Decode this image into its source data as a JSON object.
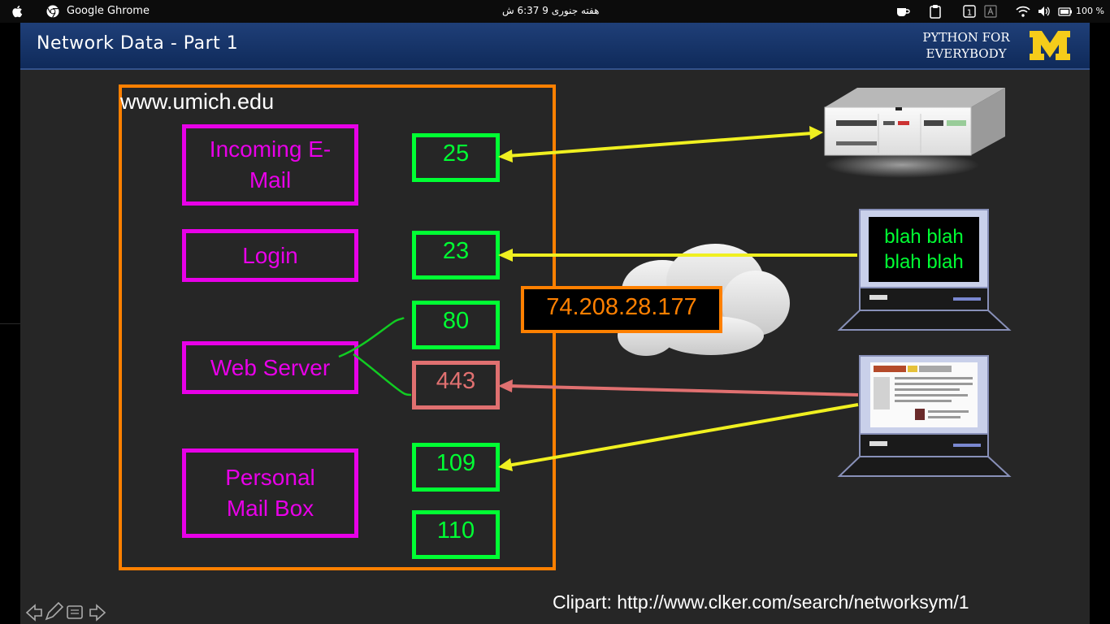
{
  "topbar": {
    "app_name": "Google Ghrome",
    "clock": "هفته جنوری 9  6:37 ش",
    "battery_pct": "100 %",
    "workspace_badge": "1"
  },
  "slide": {
    "title": "Network Data - Part 1",
    "brand_line1": "PYTHON FOR",
    "brand_line2": "EVERYBODY",
    "logo_letter": "M",
    "host": "www.umich.edu",
    "ip": "74.208.28.177",
    "credit": "Clipart: http://www.clker.com/search/networksym/1",
    "services": {
      "incoming_email": "Incoming E-Mail",
      "login": "Login",
      "web_server": "Web Server",
      "mailbox": "Personal Mail Box"
    },
    "ports": [
      "25",
      "23",
      "80",
      "443",
      "109",
      "110"
    ],
    "laptop_text_line1": "blah blah",
    "laptop_text_line2": "blah blah"
  },
  "colors": {
    "service_magenta": "#e800e8",
    "port_green": "#00ff33",
    "secure_red": "#e07070",
    "host_orange": "#ff8000",
    "arrow_yellow": "#f0f020"
  },
  "icons": [
    "apple-icon",
    "chrome-icon",
    "cup-icon",
    "clipboard-icon",
    "keyboard-icon",
    "wifi-icon",
    "volume-icon",
    "battery-icon",
    "back-icon",
    "pen-icon",
    "notes-icon",
    "forward-icon"
  ]
}
